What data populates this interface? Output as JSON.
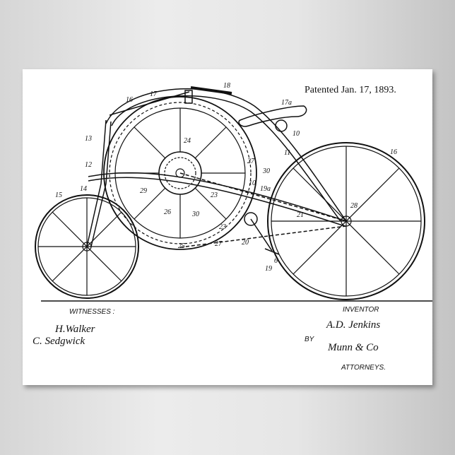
{
  "title": "Patented Jan. 17, 1893.",
  "witnesses_label": "WITNESSES :",
  "witness_signatures": [
    "H.Walker",
    "C. Sedgwick"
  ],
  "inventor_label": "INVENTOR",
  "inventor_signature": "A.D. Jenkins",
  "by_label": "BY",
  "attorney_signature": "Munn & Co",
  "attorneys_label": "ATTORNEYS.",
  "part_labels": [
    "16",
    "17",
    "18",
    "17a",
    "13",
    "12",
    "15",
    "14",
    "24",
    "27",
    "30",
    "11",
    "10",
    "16",
    "29",
    "26",
    "30",
    "23",
    "10",
    "19a",
    "21",
    "28",
    "23",
    "25",
    "27",
    "20",
    "6",
    "19"
  ]
}
